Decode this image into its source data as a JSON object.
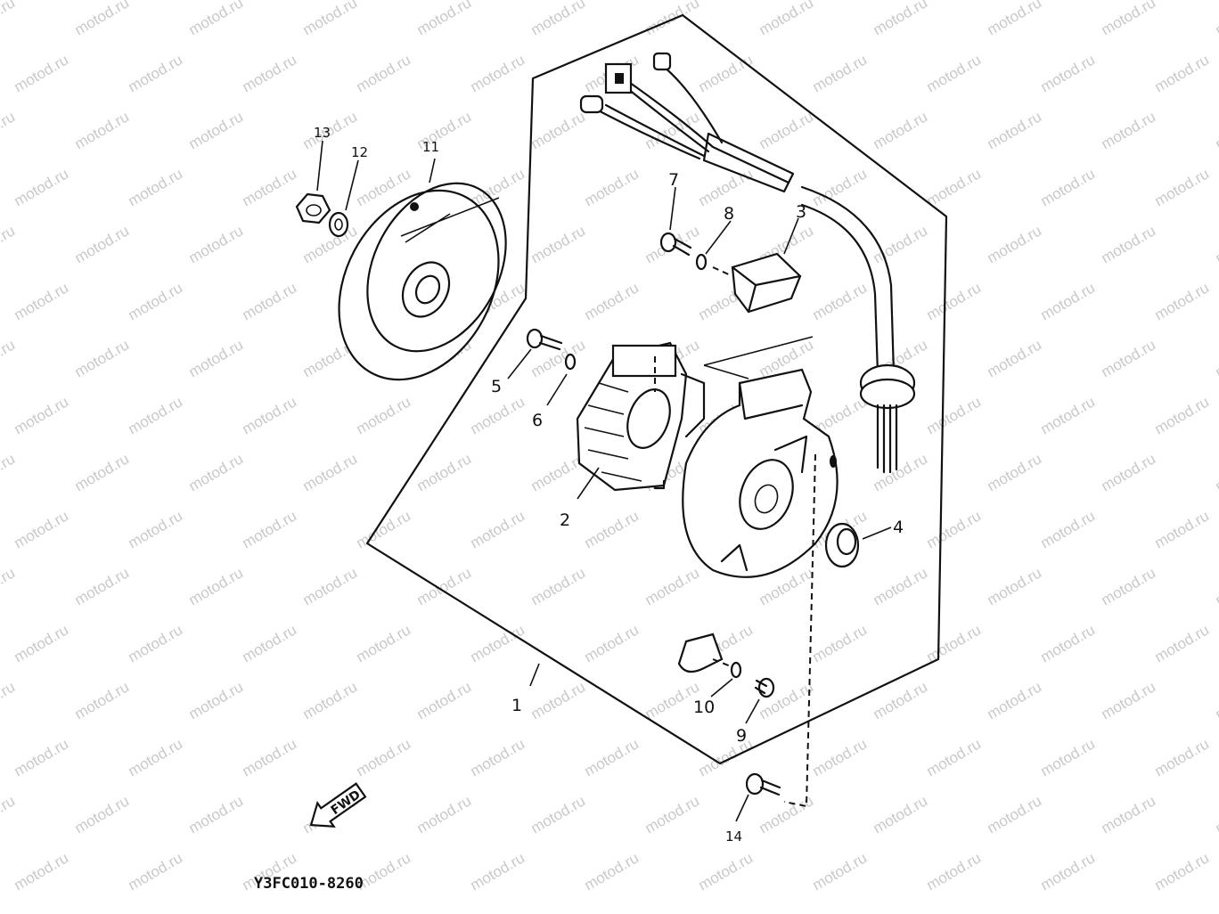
{
  "watermark": {
    "text": "motod.ru"
  },
  "diagram_code": "Y3FC010-8260",
  "fwd_label": "FWD",
  "callouts": [
    {
      "id": "1",
      "label": "1"
    },
    {
      "id": "2",
      "label": "2"
    },
    {
      "id": "3",
      "label": "3"
    },
    {
      "id": "4",
      "label": "4"
    },
    {
      "id": "5",
      "label": "5"
    },
    {
      "id": "6",
      "label": "6"
    },
    {
      "id": "7",
      "label": "7"
    },
    {
      "id": "8",
      "label": "8"
    },
    {
      "id": "9",
      "label": "9"
    },
    {
      "id": "10",
      "label": "10"
    },
    {
      "id": "11",
      "label": "11"
    },
    {
      "id": "12",
      "label": "12"
    },
    {
      "id": "13",
      "label": "13"
    },
    {
      "id": "14",
      "label": "14"
    }
  ],
  "colors": {
    "ink": "#111111",
    "watermark": "#c9c9c9",
    "background": "#ffffff"
  }
}
